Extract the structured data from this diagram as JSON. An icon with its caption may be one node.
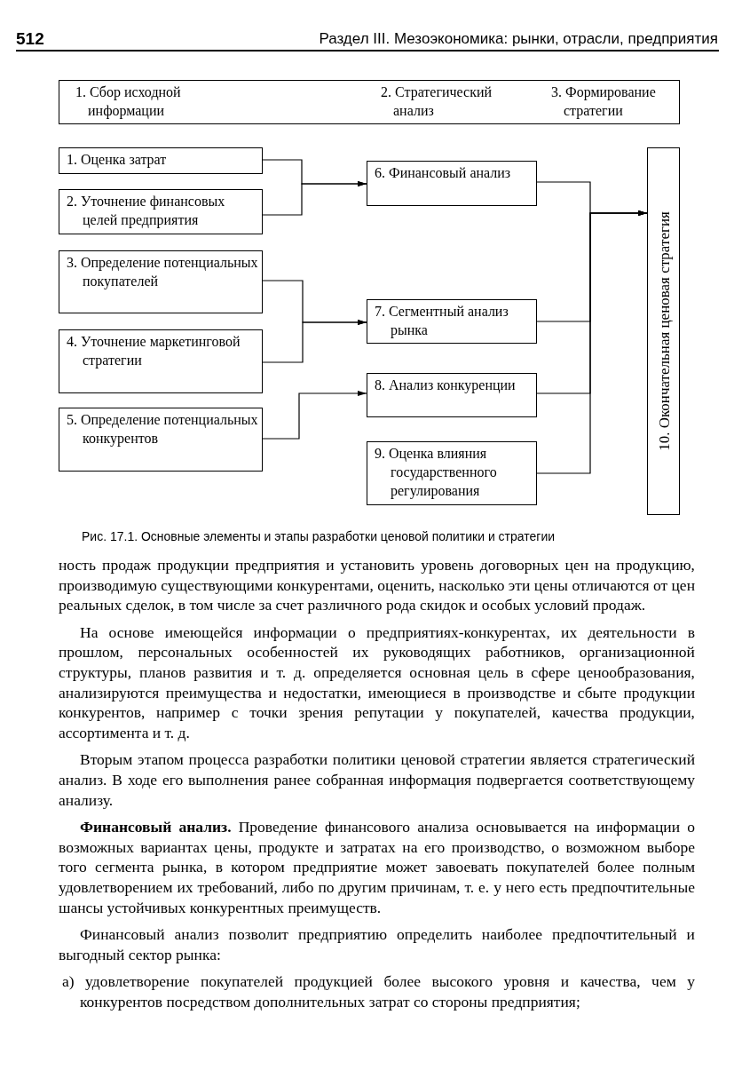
{
  "diagram": {
    "caption": "Рис. 17.1. Основные элементы и этапы разработки ценовой политики и стратегии",
    "nodes": [
      {
        "text": [
          "1. Сбор исходной информации",
          "2. Стратегический анализ",
          "3. Формирование стратегии"
        ]
      },
      {
        "text": [
          "1. Оценка затрат"
        ]
      },
      {
        "text": [
          "2. Уточнение финансовых целей предприятия"
        ]
      },
      {
        "text": [
          "3. Определение потенциальных покупателей"
        ]
      },
      {
        "text": [
          "4. Уточнение маркетинговой стратегии"
        ]
      },
      {
        "text": [
          "5. Определение потенциальных конкурентов"
        ]
      },
      {
        "text": [
          "6. Финансовый анализ"
        ]
      },
      {
        "text": [
          "7. Сегментный анализ рынка"
        ]
      },
      {
        "text": [
          "8. Анализ конкуренции"
        ]
      },
      {
        "text": [
          "9. Оценка влияния государственного регулирования"
        ]
      },
      {
        "text": [
          "10. Окончательная ценовая стратегия"
        ]
      }
    ],
    "edges": [
      {
        "from": 1,
        "to": 6,
        "arrow": "to"
      },
      {
        "from": 2,
        "to": 6,
        "arrow": "to"
      },
      {
        "from": 3,
        "to": 7,
        "arrow": "to"
      },
      {
        "from": 4,
        "to": 7,
        "arrow": "to"
      },
      {
        "from": 5,
        "to": 8,
        "arrow": "to"
      },
      {
        "from": 6,
        "to": 10,
        "arrow": "to"
      },
      {
        "from": 7,
        "to": 10,
        "arrow": "to"
      },
      {
        "from": 8,
        "to": 10,
        "arrow": "to"
      },
      {
        "from": 9,
        "to": 10,
        "arrow": "to"
      }
    ],
    "labels": [
      "512",
      "Раздел III. Мезоэкономика: рынки, отрасли, предприятия",
      "ность продаж продукции предприятия и установить уровень договорных цен на продукцию, производимую существующими конкурентами, оценить, насколько эти цены отличаются от цен реальных сделок, в том числе за счет различного рода скидок и особых условий продаж.",
      "На основе имеющейся информации о предприятиях-конкурентах, их деятельности в прошлом, персональных особенностей их руководящих работников, организационной структуры, планов развития и т. д. определяется основная цель в сфере ценообразования, анализируются преимущества и недостатки, имеющиеся в производстве и сбыте продукции конкурентов, например с точки зрения репутации у покупателей, качества продукции, ассортимента и т. д.",
      "Вторым этапом процесса разработки политики ценовой стратегии является стратегический анализ. В ходе его выполнения ранее собранная информация подвергается соответствующему анализу.",
      "**Финансовый анализ.** Проведение финансового анализа основывается на информации о возможных вариантах цены, продукте и затратах на его производство, о возможном выборе того сегмента рынка, в котором предприятие может завоевать покупателей более полным удовлетворением их требований, либо по другим причинам, т. е. у него есть предпочтительные шансы устойчивых конкурентных преимуществ.",
      "Финансовый анализ позволит предприятию определить наиболее предпочтительный и выгодный сектор рынка:",
      "а) удовлетворение покупателей продукцией более высокого уровня и качества, чем у конкурентов посредством дополнительных затрат со стороны предприятия;"
    ]
  }
}
